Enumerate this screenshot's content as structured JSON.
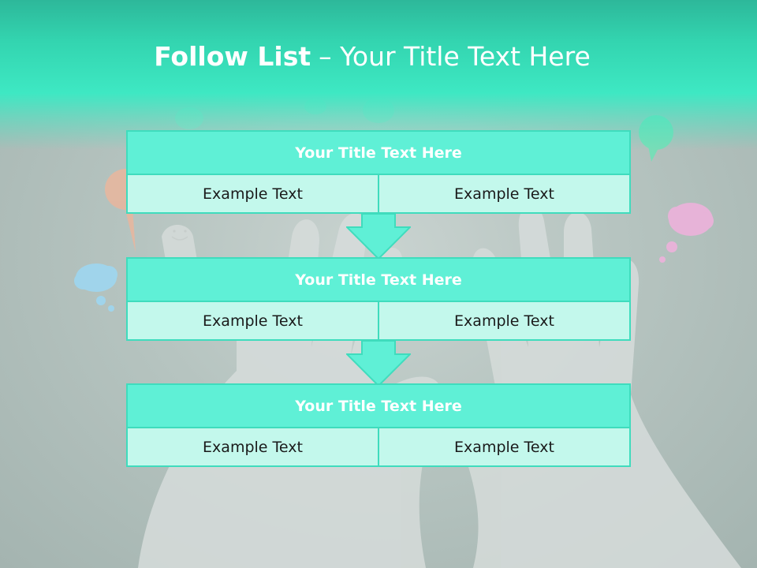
{
  "header": {
    "title_bold": "Follow List",
    "title_rest": "– Your Title Text Here"
  },
  "blocks": [
    {
      "title": "Your Title Text Here",
      "left_text": "Example Text",
      "right_text": "Example Text"
    },
    {
      "title": "Your Title Text Here",
      "left_text": "Example Text",
      "right_text": "Example Text"
    },
    {
      "title": "Your Title Text Here",
      "left_text": "Example Text",
      "right_text": "Example Text"
    }
  ],
  "colors": {
    "header_teal": "#3ee8c3",
    "block_title_fill": "#5ff0d6",
    "cell_fill": "#c3f8ec",
    "border": "#3fdcbd",
    "arrow_fill": "#5ff0d6"
  }
}
